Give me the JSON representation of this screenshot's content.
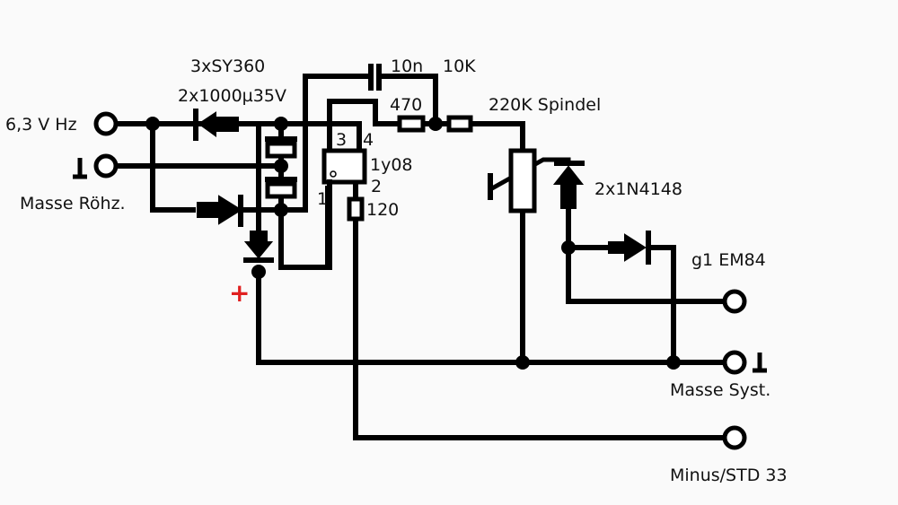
{
  "diagram": {
    "type": "circuit-schematic",
    "labels": {
      "input_heater": "6,3 V Hz",
      "ground_heater": "Masse Röhz.",
      "diodes_rectifier": "3xSY360",
      "caps_filter": "2x1000µ35V",
      "cap_10n": "10n",
      "res_10k": "10K",
      "res_470": "470",
      "pot_220k": "220K Spindel",
      "ic_name": "1y08",
      "ic_pin1": "1",
      "ic_pin2": "2",
      "ic_pin3": "3",
      "ic_pin4": "4",
      "res_120": "120",
      "diodes_signal": "2x1N4148",
      "out_g1": "g1 EM84",
      "ground_system": "Masse Syst.",
      "out_minus": "Minus/STD 33",
      "plus_marker": "+"
    },
    "colors": {
      "wire": "#000000",
      "plus_marker": "#e02020",
      "background": "#fafafa"
    }
  }
}
